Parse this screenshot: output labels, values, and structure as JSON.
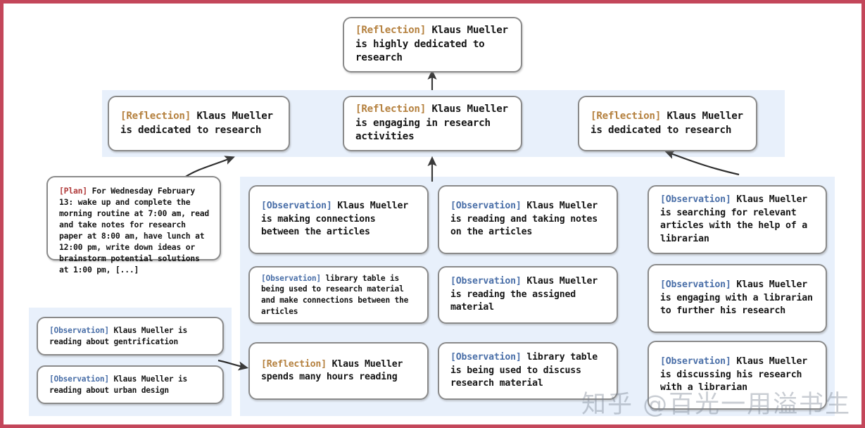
{
  "figure": {
    "title": "Generative agent memory stream reflection tree",
    "frame_color": "#c3465a",
    "panel_color": "#e8f0fb",
    "node_border_color": "#8a8a8a",
    "tag_colors": {
      "Reflection": "#b5813f",
      "Observation": "#4a6fa8",
      "Plan": "#b03a3a"
    }
  },
  "watermark": {
    "text": "知乎 @百光一用溢书生"
  },
  "nodes": {
    "root_reflection": {
      "tag": "[Reflection]",
      "tag_type": "Reflection",
      "text": " Klaus Mueller is highly dedicated to research"
    },
    "mid_left_reflection": {
      "tag": "[Reflection]",
      "tag_type": "Reflection",
      "text": " Klaus Mueller is dedicated to research"
    },
    "mid_center_reflection": {
      "tag": "[Reflection]",
      "tag_type": "Reflection",
      "text": " Klaus Mueller is engaging in research activities"
    },
    "mid_right_reflection": {
      "tag": "[Reflection]",
      "tag_type": "Reflection",
      "text": " Klaus Mueller is dedicated to research"
    },
    "plan_node": {
      "tag": "[Plan]",
      "tag_type": "Plan",
      "text": " For Wednesday February 13: wake up and complete the morning routine at 7:00 am, read and take notes for research paper at 8:00 am, have lunch at 12:00 pm, write down ideas or brainstorm potential solutions at 1:00 pm, [...]"
    },
    "obs_bottomleft_1": {
      "tag": "[Observation]",
      "tag_type": "Observation",
      "text": " Klaus Mueller is reading about gentrification"
    },
    "obs_bottomleft_2": {
      "tag": "[Observation]",
      "tag_type": "Observation",
      "text": " Klaus Mueller is reading about urban design"
    },
    "col1_obs_1": {
      "tag": "[Observation]",
      "tag_type": "Observation",
      "text": " Klaus Mueller is making connections between the articles"
    },
    "col1_obs_2": {
      "tag": "[Observation]",
      "tag_type": "Observation",
      "text": " library table is being used to research material and make connections between the articles"
    },
    "col1_reflection_3": {
      "tag": "[Reflection]",
      "tag_type": "Reflection",
      "text": " Klaus Mueller spends many hours reading"
    },
    "col2_obs_1": {
      "tag": "[Observation]",
      "tag_type": "Observation",
      "text": " Klaus Mueller is reading and taking notes on the articles"
    },
    "col2_obs_2": {
      "tag": "[Observation]",
      "tag_type": "Observation",
      "text": " Klaus Mueller is reading the assigned material"
    },
    "col2_obs_3": {
      "tag": "[Observation]",
      "tag_type": "Observation",
      "text": " library table is being used to discuss research material"
    },
    "col3_obs_1": {
      "tag": "[Observation]",
      "tag_type": "Observation",
      "text": " Klaus Mueller is searching for relevant articles with the help of a librarian"
    },
    "col3_obs_2": {
      "tag": "[Observation]",
      "tag_type": "Observation",
      "text": " Klaus Mueller is engaging with a librarian to further his research"
    },
    "col3_obs_3": {
      "tag": "[Observation]",
      "tag_type": "Observation",
      "text": " Klaus Mueller is discussing his research with a librarian"
    }
  }
}
